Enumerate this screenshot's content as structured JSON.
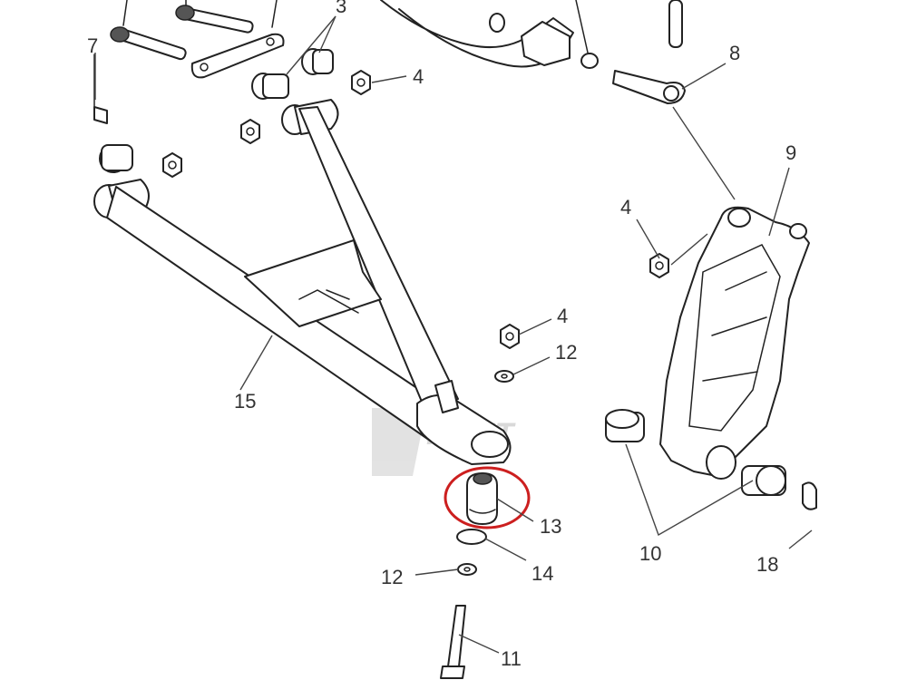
{
  "callouts": {
    "c3": "3",
    "c4_top": "4",
    "c4_mid": "4",
    "c4_low": "4",
    "c7": "7",
    "c8": "8",
    "c9": "9",
    "c10": "10",
    "c11": "11",
    "c12_top": "12",
    "c12_low": "12",
    "c13": "13",
    "c14": "14",
    "c15": "15",
    "c18": "18"
  },
  "watermark": {
    "text": "RONT"
  },
  "highlight": {
    "part": "13",
    "color": "#cc1f1f"
  }
}
